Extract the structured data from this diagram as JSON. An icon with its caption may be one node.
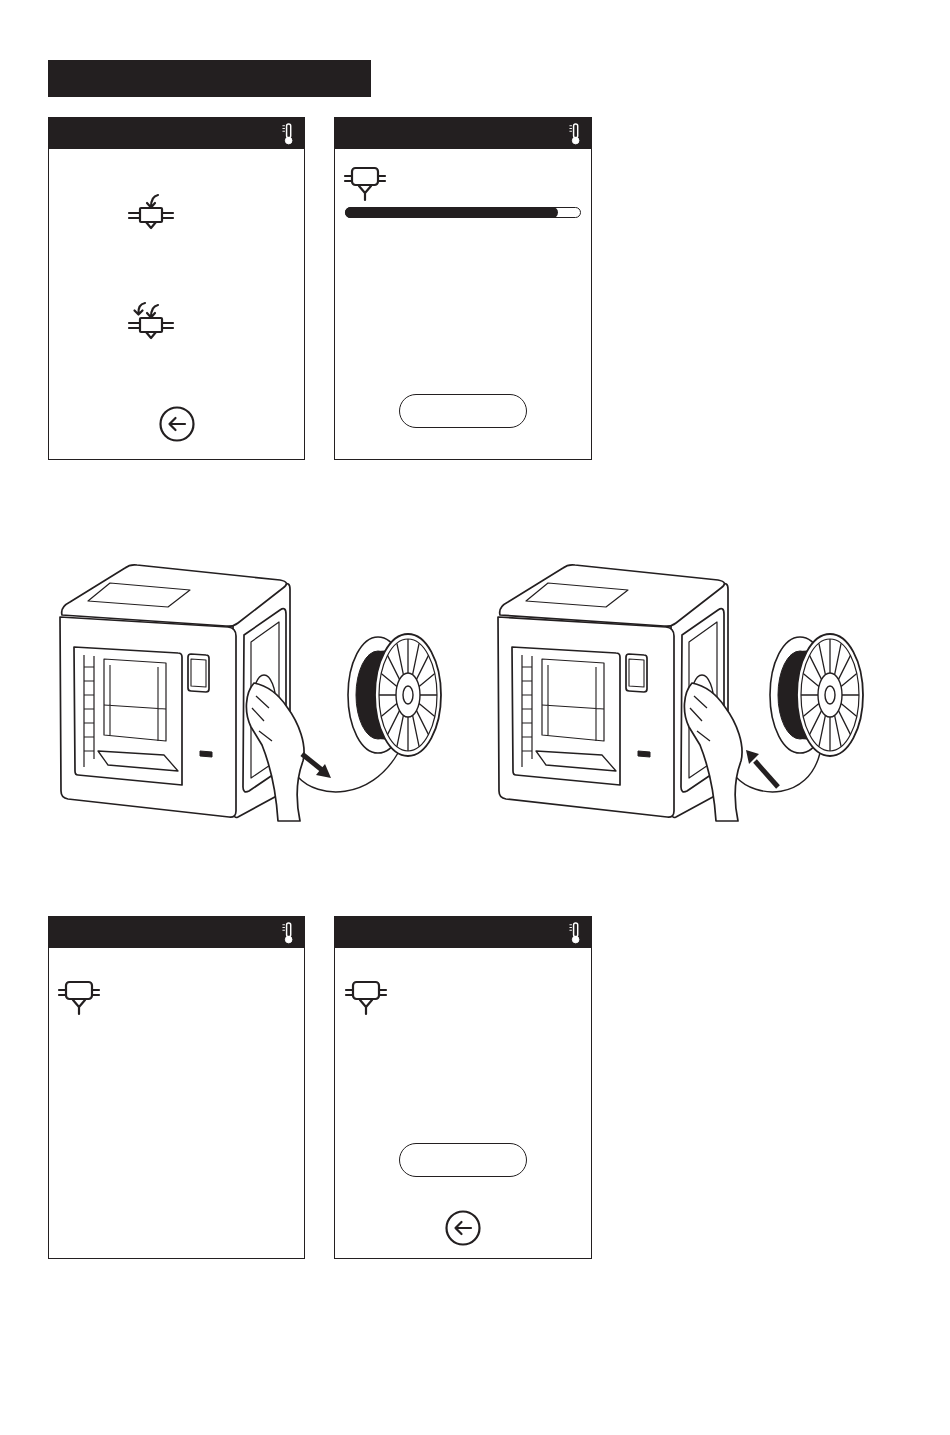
{
  "diagram": {
    "nodes": [
      {
        "text": [],
        "shape": "bar"
      },
      {
        "text": [],
        "shape": "box"
      },
      {
        "text": [],
        "shape": "box"
      },
      {
        "text": [],
        "shape": "picture"
      },
      {
        "text": [],
        "shape": "picture"
      },
      {
        "text": [],
        "shape": "box"
      },
      {
        "text": [],
        "shape": "box"
      }
    ]
  }
}
